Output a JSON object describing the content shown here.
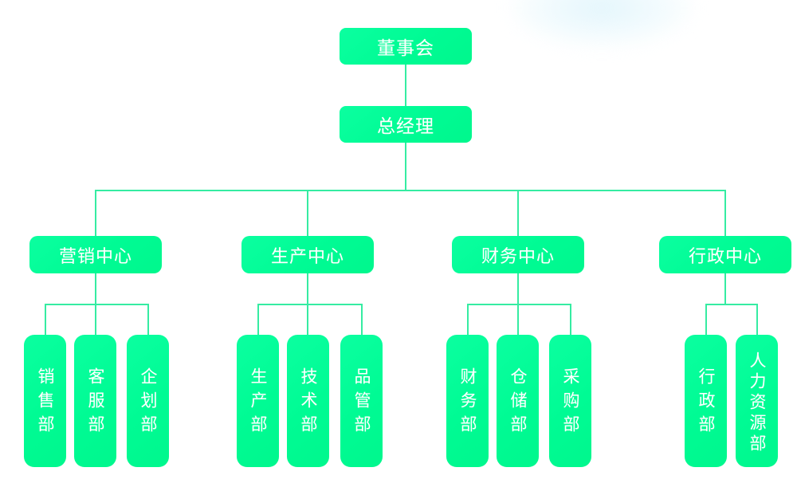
{
  "chart": {
    "title": "",
    "type": "org-chart",
    "colors": {
      "node_fill": "#00FB94",
      "node_fill_light": "#0BFFA0",
      "connector": "#35ECA2",
      "node_text": "#FFFFFF",
      "background": "#FFFFFF"
    },
    "levels": [
      {
        "level": 1,
        "nodes": [
          {
            "id": "board",
            "label": "董事会"
          }
        ]
      },
      {
        "level": 2,
        "nodes": [
          {
            "id": "gm",
            "label": "总经理"
          }
        ]
      },
      {
        "level": 3,
        "nodes": [
          {
            "id": "marketing-center",
            "label": "营销中心"
          },
          {
            "id": "production-center",
            "label": "生产中心"
          },
          {
            "id": "finance-center",
            "label": "财务中心"
          },
          {
            "id": "admin-center",
            "label": "行政中心"
          }
        ]
      },
      {
        "level": 4,
        "nodes": [
          {
            "id": "sales-dept",
            "label": "销售部",
            "parent": "marketing-center"
          },
          {
            "id": "customer-service-dept",
            "label": "客服部",
            "parent": "marketing-center"
          },
          {
            "id": "planning-dept",
            "label": "企划部",
            "parent": "marketing-center"
          },
          {
            "id": "production-dept",
            "label": "生产部",
            "parent": "production-center"
          },
          {
            "id": "technology-dept",
            "label": "技术部",
            "parent": "production-center"
          },
          {
            "id": "quality-dept",
            "label": "品管部",
            "parent": "production-center"
          },
          {
            "id": "finance-dept",
            "label": "财务部",
            "parent": "finance-center"
          },
          {
            "id": "warehouse-dept",
            "label": "仓储部",
            "parent": "finance-center"
          },
          {
            "id": "purchasing-dept",
            "label": "采购部",
            "parent": "finance-center"
          },
          {
            "id": "administration-dept",
            "label": "行政部",
            "parent": "admin-center"
          },
          {
            "id": "human-resources-dept",
            "label": "人力资源部",
            "parent": "admin-center"
          }
        ]
      }
    ]
  }
}
